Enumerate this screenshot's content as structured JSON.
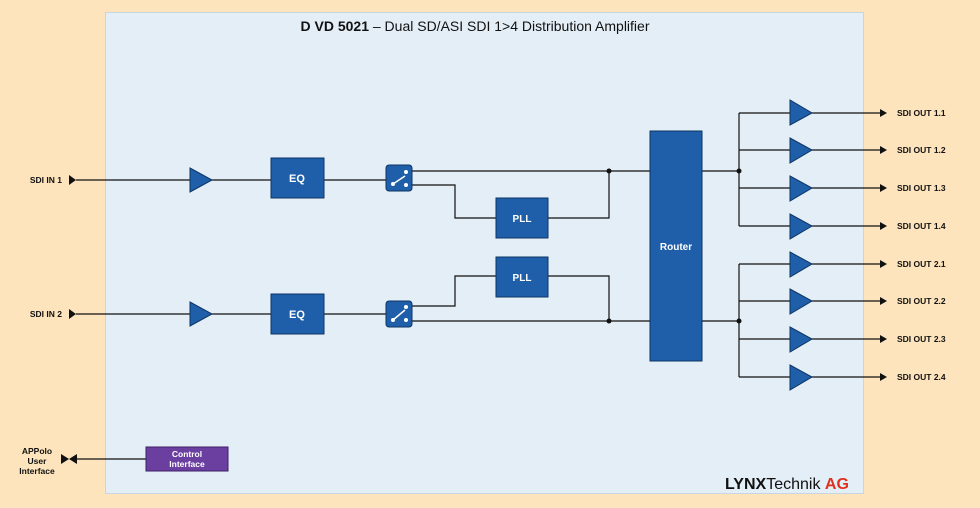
{
  "title": {
    "model": "D VD 5021",
    "description": "– Dual SD/ASI SDI 1>4 Distribution Amplifier"
  },
  "inputs": [
    "SDI IN 1",
    "SDI IN 2"
  ],
  "blocks": {
    "eq": "EQ",
    "pll": "PLL",
    "router": "Router",
    "control_line1": "Control",
    "control_line2": "Interface"
  },
  "outputs": [
    "SDI OUT 1.1",
    "SDI OUT 1.2",
    "SDI OUT 1.3",
    "SDI OUT 1.4",
    "SDI OUT 2.1",
    "SDI OUT 2.2",
    "SDI OUT 2.3",
    "SDI OUT 2.4"
  ],
  "appolo": [
    "APPolo",
    "User",
    "Interface"
  ],
  "logo": {
    "brand": "LYNX",
    "mid": "Technik",
    "suffix": "AG"
  },
  "colors": {
    "background": "#fde4bd",
    "board": "#e4eef6",
    "block": "#1f5ea8",
    "block_border": "#0d3566",
    "control": "#6b3fa0",
    "logo_accent": "#e0301e"
  }
}
